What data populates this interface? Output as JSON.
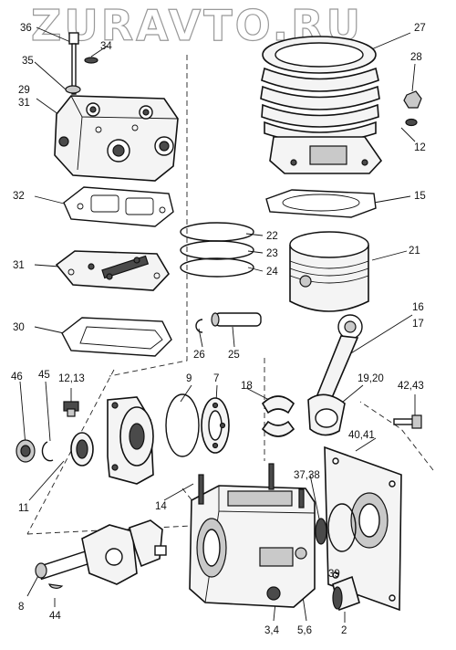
{
  "watermark": "ZURAVTO.RU",
  "labels": {
    "l36": "36",
    "l34": "34",
    "l27": "27",
    "l35": "35",
    "l28": "28",
    "l29": "29",
    "l31a": "31",
    "l12a": "12",
    "l32": "32",
    "l15": "15",
    "l22": "22",
    "l23": "23",
    "l24": "24",
    "l21": "21",
    "l31b": "31",
    "l30": "30",
    "l26": "26",
    "l25": "25",
    "l16": "16",
    "l17": "17",
    "l46": "46",
    "l45": "45",
    "l1213": "12,13",
    "l9": "9",
    "l7": "7",
    "l18": "18",
    "l1920": "19,20",
    "l4243": "42,43",
    "l4041": "40,41",
    "l11": "11",
    "l14": "14",
    "l3738": "37,38",
    "l39": "39",
    "l8": "8",
    "l44": "44",
    "l34b": "3,4",
    "l56": "5,6",
    "l2": "2"
  }
}
